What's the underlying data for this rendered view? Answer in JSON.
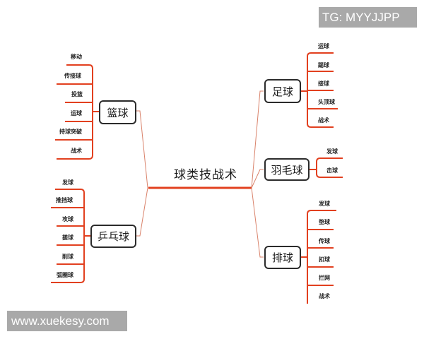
{
  "diagram": {
    "type": "mind-map",
    "central_topic": "球类技战术",
    "branches": [
      {
        "name": "篮球",
        "side": "left",
        "items": [
          "移动",
          "传接球",
          "投篮",
          "运球",
          "持球突破",
          "战术"
        ]
      },
      {
        "name": "乒乓球",
        "side": "left",
        "items": [
          "发球",
          "推挡球",
          "攻球",
          "搓球",
          "削球",
          "弧圈球"
        ]
      },
      {
        "name": "足球",
        "side": "right",
        "items": [
          "运球",
          "踢球",
          "接球",
          "头顶球",
          "战术"
        ]
      },
      {
        "name": "羽毛球",
        "side": "right",
        "items": [
          "发球",
          "击球"
        ]
      },
      {
        "name": "排球",
        "side": "right",
        "items": [
          "发球",
          "垫球",
          "传球",
          "扣球",
          "拦网",
          "战术"
        ]
      }
    ],
    "colors": {
      "bracket_line": "#e2401f",
      "connector_line": "#d9826a",
      "node_border": "#2b2b2b",
      "watermark_bg": "#a9a9a9"
    }
  },
  "watermarks": {
    "top_right": "TG: MYYJJPP",
    "bottom_left": "www.xuekesy.com"
  }
}
